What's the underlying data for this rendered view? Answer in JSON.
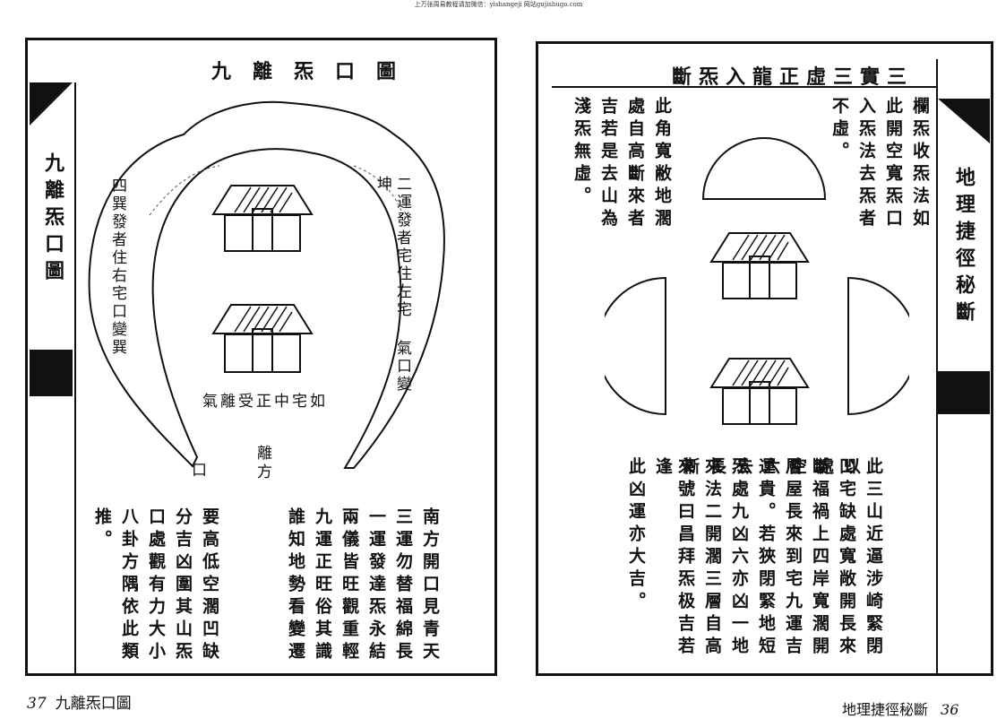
{
  "header_note": "上万张周易教程请加微信：yishangeji 网站gujishugo.com",
  "left": {
    "title": "九離炁口圖",
    "side_tab": "九離炁口圖",
    "arc_left_text": "四巽發者住右宅口變巽",
    "arc_right_text": "二運發者宅住左宅 氣口變坤",
    "center_caption": "如宅中正受離氣",
    "kou": "口",
    "li_fang": "離方",
    "poem_cols": [
      "南方開口見青天",
      "三運勿替福綿長",
      "一運發達炁永結",
      "兩儀皆旺觀重輕",
      "九運正旺俗其識",
      "誰知地勢看變遷",
      "要高低空濶凹缺",
      "分吉凶圍其山炁",
      "口處觀有力大小",
      "八卦方隅依此類",
      "推。"
    ],
    "page_number": "37",
    "page_title": "九離炁口圖"
  },
  "right": {
    "title": "三實三虛正龍入炁斷",
    "side_tab": "地理捷徑秘斷",
    "top_cols": [
      "欄炁收炁法如",
      "此開空寬炁口",
      "入炁法去炁者",
      "不虛。",
      "此角寬敝地濶",
      "處自高斷來者",
      "吉若是去山為",
      "淺炁無虛。"
    ],
    "bottom_cols": [
      "此三山近逼涉崎緊閉以",
      "凹宅缺處寬敞開長來處",
      "斷福禍上四岸寬濶開空",
      "層屋長來到宅九運吉六",
      "運貴。若狹閉緊地短去",
      "炁處九凶六亦凶一地長",
      "來法二開濶三層自高漸",
      "來號曰昌拜炁极吉若逢",
      "此凶運亦大吉。"
    ],
    "page_title": "地理捷徑秘斷",
    "page_number": "36"
  }
}
